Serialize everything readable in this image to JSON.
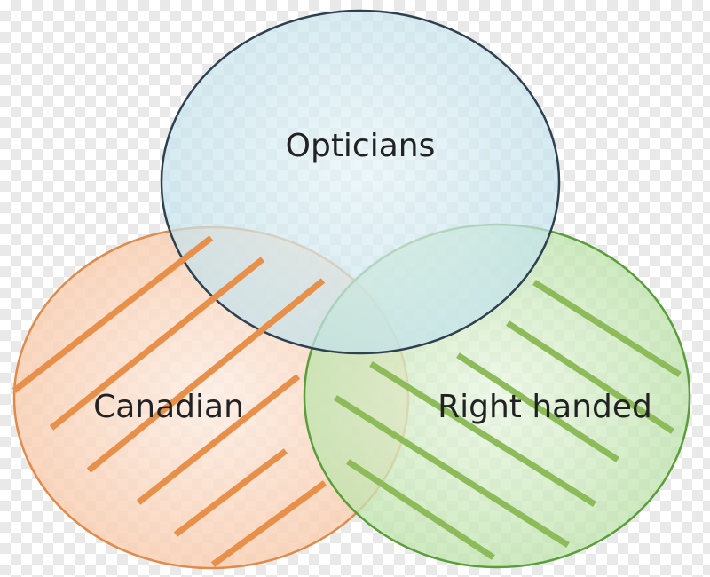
{
  "diagram": {
    "sets": [
      {
        "id": "opticians",
        "label": "Opticians",
        "fill": "#d6ecf3",
        "stroke": "#2f4150",
        "hatch": null
      },
      {
        "id": "canadian",
        "label": "Canadian",
        "fill": "#fbe4d5",
        "stroke": "#e08a4b",
        "hatch": "#e8904a"
      },
      {
        "id": "right-handed",
        "label": "Right handed",
        "fill": "#ddf2d3",
        "stroke": "#5a9e3a",
        "hatch": "#8dbb5a"
      }
    ]
  }
}
